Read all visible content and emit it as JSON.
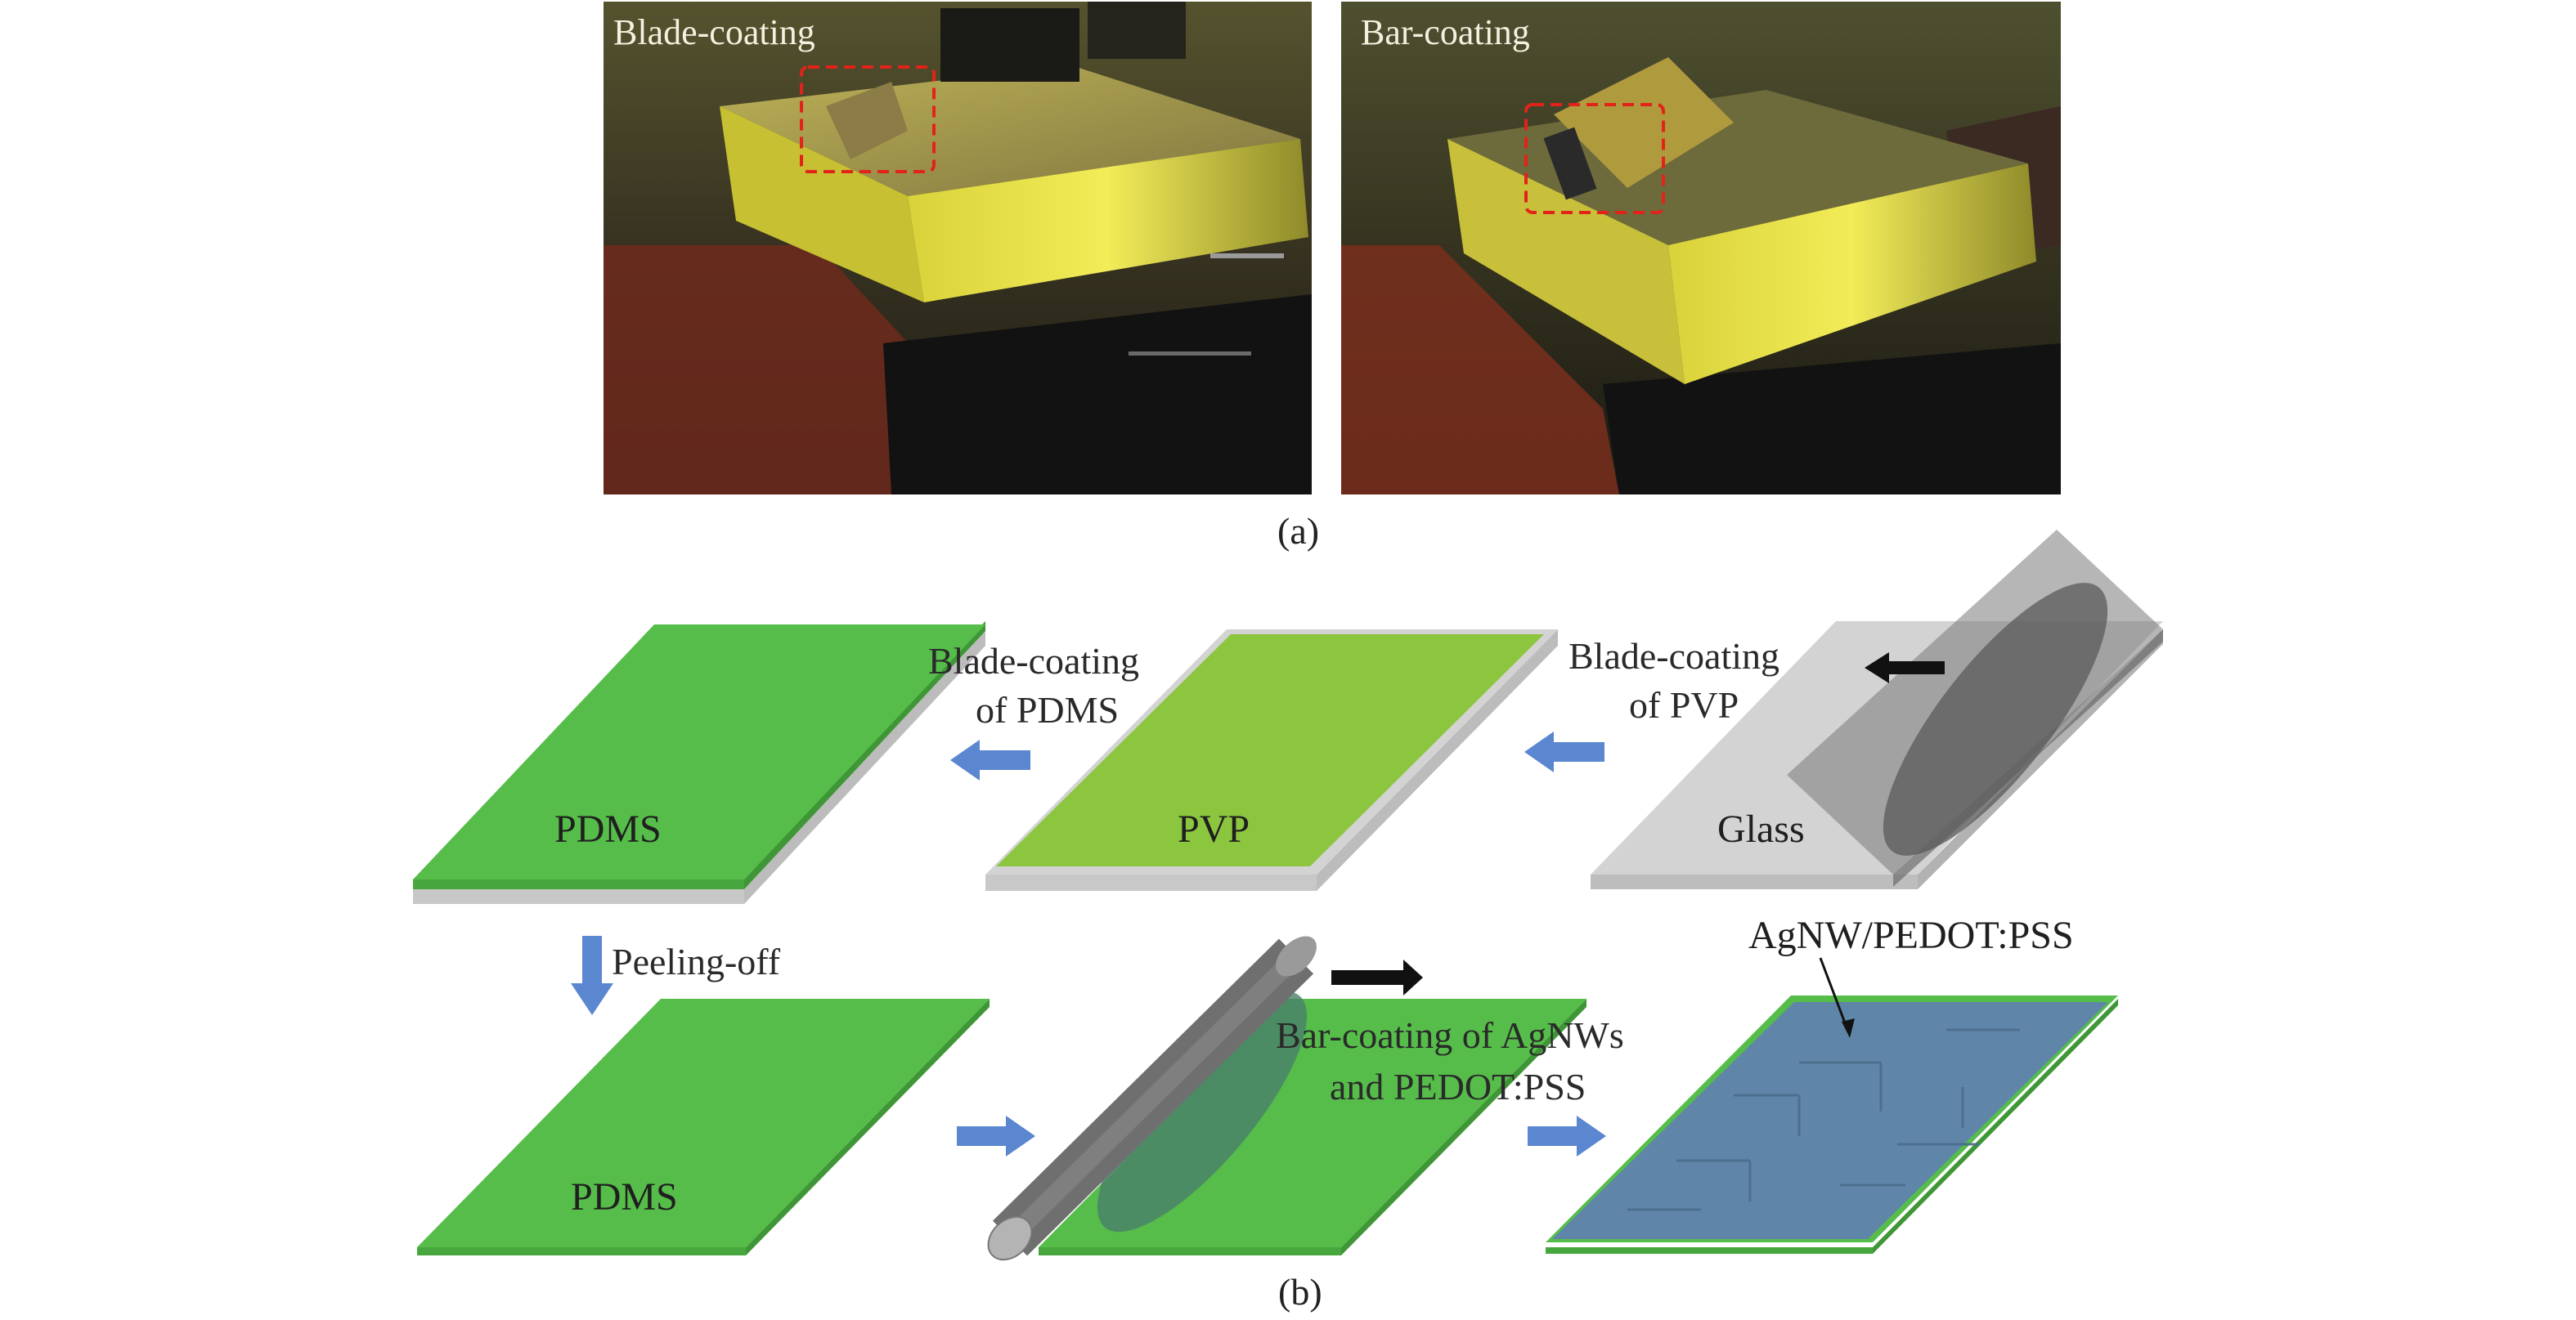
{
  "photos": {
    "left_label": "Blade-coating",
    "right_label": "Bar-coating"
  },
  "captions": {
    "a": "(a)",
    "b": "(b)"
  },
  "slabs": {
    "pdms_top": "PDMS",
    "pvp": "PVP",
    "glass": "Glass",
    "pdms_bottom": "PDMS",
    "final_layer": "AgNW/PEDOT:PSS"
  },
  "steps": {
    "blade_pdms_line1": "Blade-coating",
    "blade_pdms_line2": "of PDMS",
    "blade_pvp_line1": "Blade-coating",
    "blade_pvp_line2": "of PVP",
    "peeling": "Peeling-off",
    "bar_line1": "Bar-coating of AgNWs",
    "bar_line2": "and PEDOT:PSS"
  },
  "colors": {
    "pdms_green": "#56bd4a",
    "pvp_yellow_green": "#8cc63f",
    "glass_gray": "#d3d3d3",
    "agnw_blue": "#5f86a8",
    "process_arrow_blue": "#5b86d0",
    "motion_arrow_black": "#111111",
    "highlight_box_red": "#e2231a"
  },
  "icons": {
    "process_arrow": "left-right-down-arrow-icon",
    "motion_arrow": "black-direction-arrow-icon",
    "bar_rod": "cylinder-rod-icon"
  }
}
